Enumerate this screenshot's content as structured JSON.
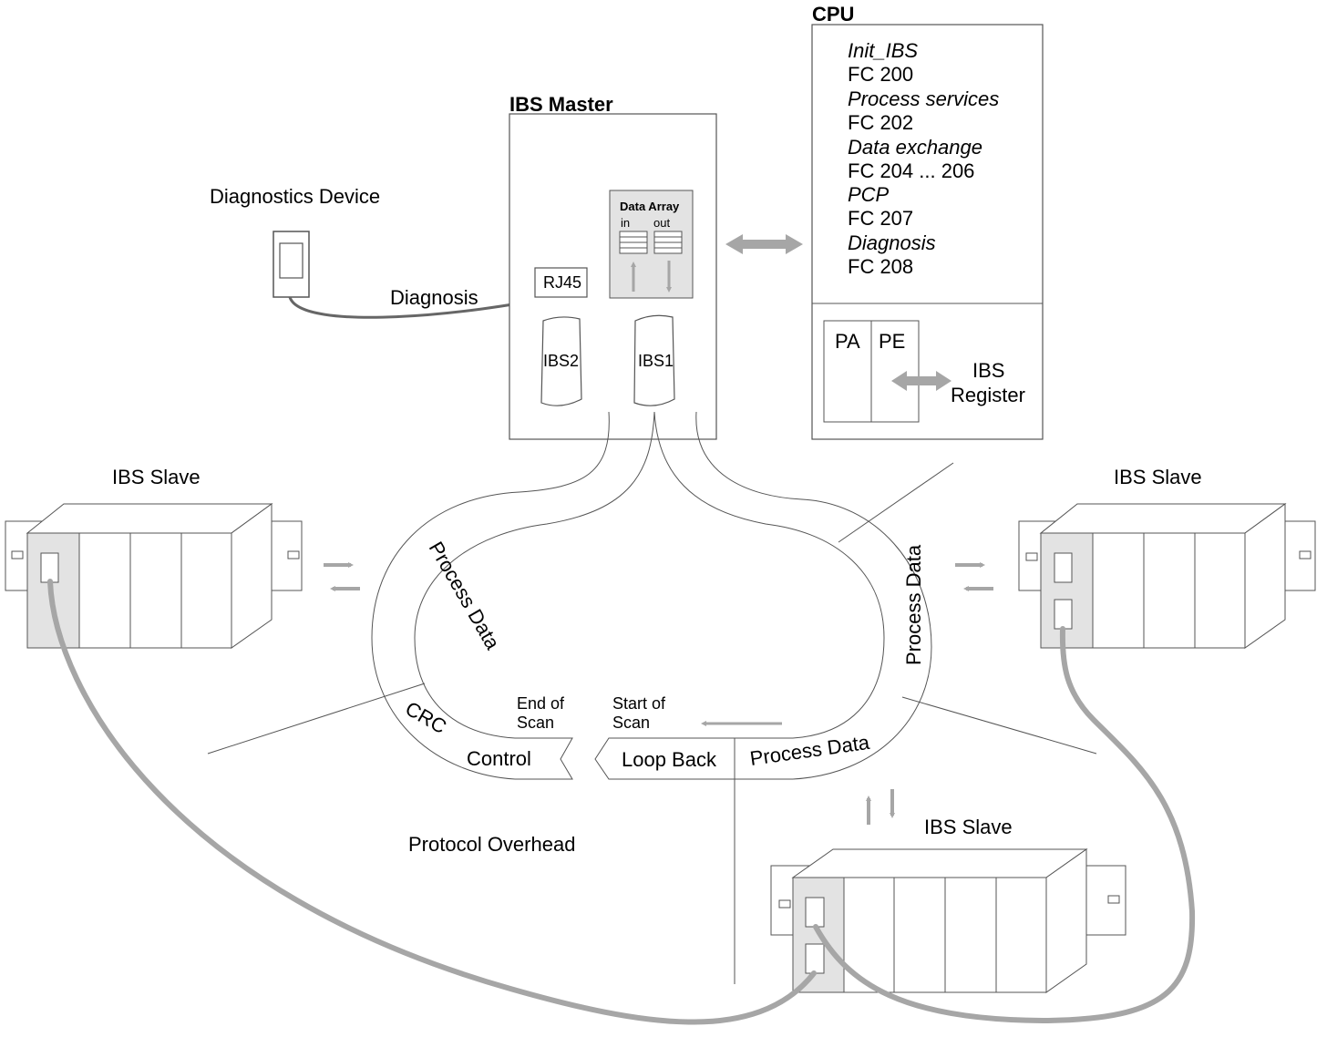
{
  "diagnostics": {
    "device_label": "Diagnostics Device",
    "link_label": "Diagnosis"
  },
  "master": {
    "title": "IBS Master",
    "rj45": "RJ45",
    "data_array": {
      "title": "Data Array",
      "in": "in",
      "out": "out"
    },
    "ports": [
      "IBS2",
      "IBS1"
    ]
  },
  "cpu": {
    "title": "CPU",
    "functions": [
      {
        "name": "Init_IBS",
        "code": "FC 200"
      },
      {
        "name": "Process services",
        "code": "FC 202"
      },
      {
        "name": "Data exchange",
        "code": "FC 204 ... 206"
      },
      {
        "name": "PCP",
        "code": "FC 207"
      },
      {
        "name": "Diagnosis",
        "code": "FC 208"
      }
    ],
    "pa": "PA",
    "pe": "PE",
    "register": [
      "IBS",
      "Register"
    ]
  },
  "slaves": {
    "left": "IBS Slave",
    "right": "IBS Slave",
    "bottom": "IBS Slave"
  },
  "ring": {
    "process_data": "Process Data",
    "crc": "CRC",
    "control": "Control",
    "end_of_scan": [
      "End of",
      "Scan"
    ],
    "start_of_scan": [
      "Start of",
      "Scan"
    ],
    "loop_back": "Loop Back"
  },
  "protocol_overhead": "Protocol Overhead",
  "colors": {
    "arrow": "#a6a6a6",
    "cable": "#a6a6a6",
    "panel": "#e3e3e3",
    "line": "#555555"
  }
}
